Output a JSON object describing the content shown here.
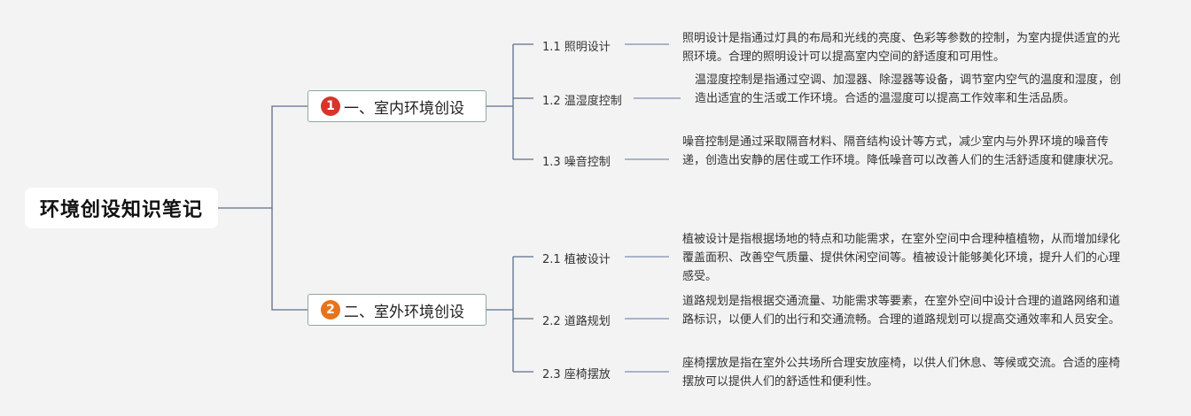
{
  "root": {
    "title": "环境创设知识笔记"
  },
  "branches": [
    {
      "badge": "1",
      "badge_color": "#d9342b",
      "label": "一、室内环境创设",
      "items": [
        {
          "label": "1.1 照明设计",
          "desc": "照明设计是指通过灯具的布局和光线的亮度、色彩等参数的控制，为室内提供适宜的光照环境。合理的照明设计可以提高室内空间的舒适度和可用性。"
        },
        {
          "label": "1.2 温湿度控制",
          "desc": "温湿度控制是指通过空调、加湿器、除湿器等设备，调节室内空气的温度和湿度，创造出适宜的生活或工作环境。合适的温湿度可以提高工作效率和生活品质。"
        },
        {
          "label": "1.3 噪音控制",
          "desc": "噪音控制是通过采取隔音材料、隔音结构设计等方式，减少室内与外界环境的噪音传递，创造出安静的居住或工作环境。降低噪音可以改善人们的生活舒适度和健康状况。"
        }
      ]
    },
    {
      "badge": "2",
      "badge_color": "#e8731a",
      "label": "二、室外环境创设",
      "items": [
        {
          "label": "2.1 植被设计",
          "desc": "植被设计是指根据场地的特点和功能需求，在室外空间中合理种植植物，从而增加绿化覆盖面积、改善空气质量、提供休闲空间等。植被设计能够美化环境，提升人们的心理感受。"
        },
        {
          "label": "2.2 道路规划",
          "desc": "道路规划是指根据交通流量、功能需求等要素，在室外空间中设计合理的道路网络和道路标识，以便人们的出行和交通流畅。合理的道路规划可以提高交通效率和人员安全。"
        },
        {
          "label": "2.3 座椅摆放",
          "desc": "座椅摆放是指在室外公共场所合理安放座椅，以供人们休息、等候或交流。合适的座椅摆放可以提供人们的舒适性和便利性。"
        }
      ]
    }
  ]
}
